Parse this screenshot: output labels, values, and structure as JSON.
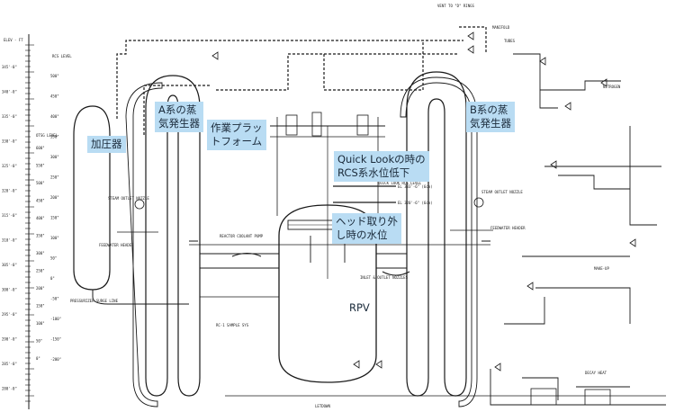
{
  "callouts": {
    "pressurizer": "加圧器",
    "sg_a": "A系の蒸\n気発生器",
    "work_platform": "作業プラッ\nトフォーム",
    "quick_look": "Quick Lookの時の\nRCS系水位低下",
    "head_removal": "ヘッド取り外\nし時の水位",
    "sg_b": "B系の蒸\n気発生器",
    "rpv": "RPV"
  },
  "top_note": "VENT TO \"D\" RINGS",
  "left_scale": {
    "header_elev": "ELEV - FT",
    "header_rcs": "RCS LEVEL",
    "header_otsg": "OTSG LEVEL",
    "elevations": [
      "345'-0\"",
      "340'-0\"",
      "335'-0\"",
      "330'-0\"",
      "325'-0\"",
      "320'-0\"",
      "315'-0\"",
      "310'-0\"",
      "305'-0\"",
      "300'-0\"",
      "295'-0\"",
      "290'-0\"",
      "285'-0\"",
      "280'-0\""
    ],
    "rcs_levels": [
      "500\"",
      "450\"",
      "400\"",
      "350\"",
      "300\"",
      "250\"",
      "200\"",
      "150\"",
      "100\"",
      "50\"",
      "0\"",
      "-50\"",
      "-100\"",
      "-150\"",
      "-200\""
    ],
    "otsg_levels": [
      "600\"",
      "550\"",
      "500\"",
      "450\"",
      "400\"",
      "350\"",
      "300\"",
      "250\"",
      "200\"",
      "150\"",
      "100\"",
      "50\"",
      "0\""
    ]
  },
  "labels": {
    "pressurizer_surge": "PRESSURIZER SURGE LINE",
    "letdown": "LETDOWN",
    "decay_heat": "DECAY HEAT",
    "nitrogen": "NITROGEN",
    "makeup": "MAKE-UP",
    "quick_look_level": "QUICK LOOK RCS LEVEL",
    "reactor_coolant_pump": "REACTOR COOLANT PUMP",
    "inlet_outlet": "INLET & OUTLET NOZZLES",
    "rc_sample": "RC-1 SAMPLE SYS",
    "steam_nozzle_a": "STEAM OUTLET NOZZLE",
    "feedwater_a": "FEEDWATER HEADER",
    "steam_nozzle_b": "STEAM OUTLET NOZZLE",
    "feedwater_b": "FEEDWATER HEADER",
    "manifold": "MANIFOLD",
    "tubes": "TUBES",
    "el_1": "EL 333'-6\" (6cm)",
    "el_2": "EL 320'-6\" (6cm)"
  }
}
